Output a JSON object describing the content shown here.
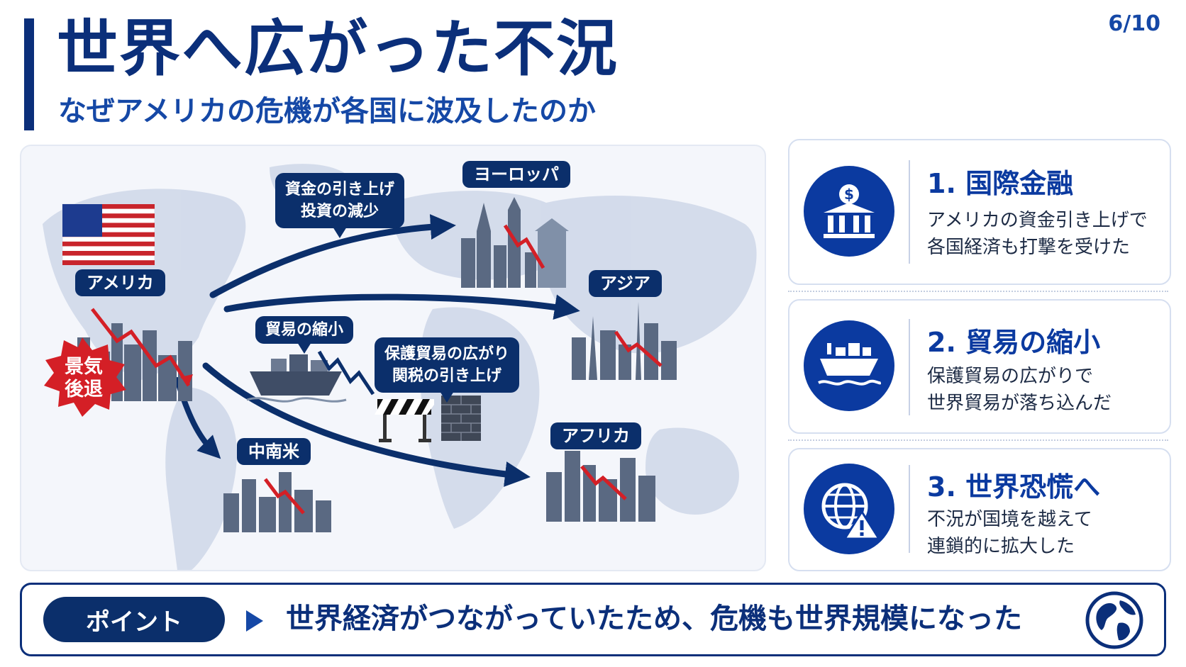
{
  "header": {
    "title": "世界へ広がった不況",
    "subtitle": "なぜアメリカの危機が各国に波及したのか",
    "page": "6/10"
  },
  "map": {
    "regions": {
      "america": "アメリカ",
      "europe": "ヨーロッパ",
      "asia": "アジア",
      "africa": "アフリカ",
      "latin_america": "中南米"
    },
    "recession_badge": "景気\n後退",
    "bubbles": {
      "capital": "資金の引き上げ\n投資の減少",
      "trade": "貿易の縮小",
      "protection": "保護貿易の広がり\n関税の引き上げ"
    }
  },
  "cards": [
    {
      "title": "1. 国際金融",
      "line1": "アメリカの資金引き上げで",
      "line2": "各国経済も打撃を受けた",
      "icon": "bank-icon"
    },
    {
      "title": "2. 貿易の縮小",
      "line1": "保護貿易の広がりで",
      "line2": "世界貿易が落ち込んだ",
      "icon": "cargo-ship-icon"
    },
    {
      "title": "3. 世界恐慌へ",
      "line1": "不況が国境を越えて",
      "line2": "連鎖的に拡大した",
      "icon": "globe-warning-icon"
    }
  ],
  "point": {
    "label": "ポイント",
    "text": "世界経済がつながっていたため、危機も世界規模になった"
  },
  "colors": {
    "navy": "#0b2f6b",
    "blue": "#0b3aa0",
    "red": "#d41f26"
  }
}
